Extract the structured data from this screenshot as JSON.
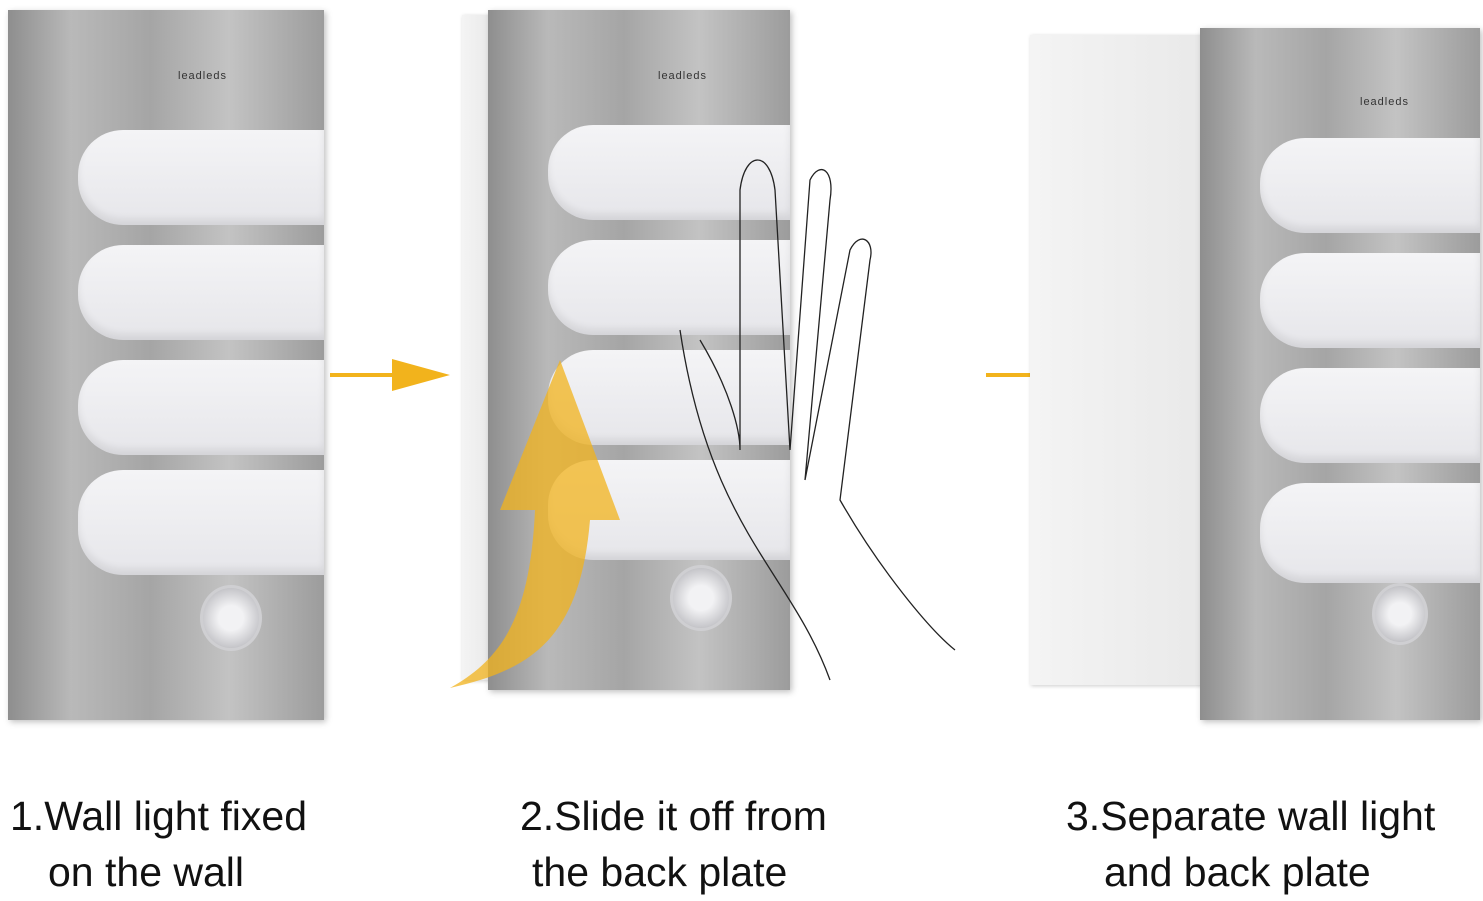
{
  "brand_logo": "leadleds",
  "colors": {
    "arrow": "#f2b31c",
    "steel": "#b0b0b0"
  },
  "captions": [
    {
      "line1": "1.Wall light fixed",
      "line2": "on the wall"
    },
    {
      "line1": "2.Slide it off from",
      "line2": "the back plate"
    },
    {
      "line1": "3.Separate wall light",
      "line2": "and back plate"
    }
  ]
}
